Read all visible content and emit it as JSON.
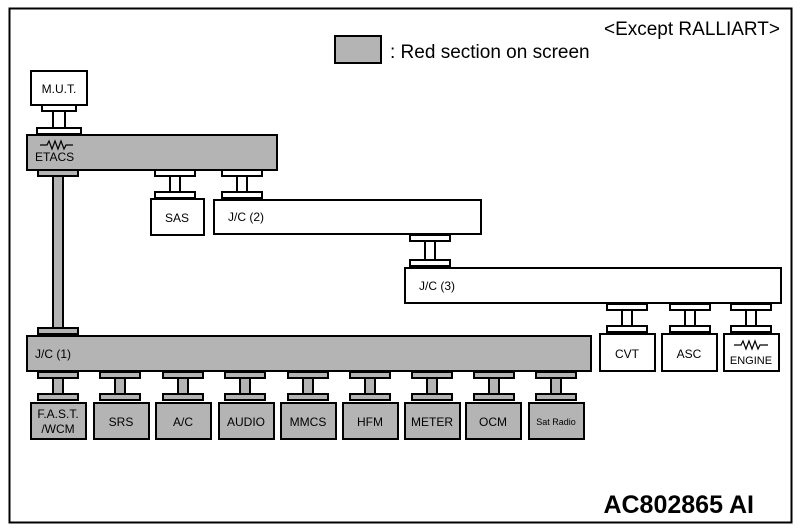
{
  "header": {
    "variant_note": "<Except RALLIART>",
    "legend_text": ": Red section on screen"
  },
  "colors": {
    "red_section_fill": "#b4b4b4",
    "normal_fill": "#ffffff",
    "outline": "#000000"
  },
  "nodes": {
    "mut": "M.U.T.",
    "etacs": "ETACS",
    "sas": "SAS",
    "jc2": "J/C (2)",
    "jc3": "J/C (3)",
    "jc1": "J/C (1)",
    "cvt": "CVT",
    "asc": "ASC",
    "engine": "ENGINE",
    "fast_wcm_line1": "F.A.S.T.",
    "fast_wcm_line2": "/WCM",
    "srs": "SRS",
    "ac": "A/C",
    "audio": "AUDIO",
    "mmcs": "MMCS",
    "hfm": "HFM",
    "meter": "METER",
    "ocm": "OCM",
    "sat_radio": "Sat Radio"
  },
  "terminating_resistor_icons": [
    "etacs",
    "engine"
  ],
  "figure_code": "AC802865 AI"
}
